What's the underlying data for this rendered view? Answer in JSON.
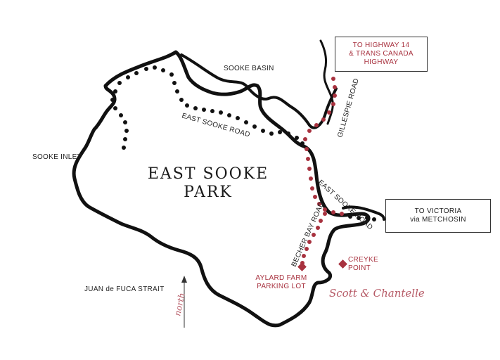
{
  "map": {
    "park_name_line1": "EAST SOOKE",
    "park_name_line2": "PARK",
    "water_labels": {
      "sooke_basin": "SOOKE BASIN",
      "sooke_inlet": "SOOKE INLET",
      "juan_de_fuca": "JUAN de FUCA STRAIT"
    },
    "roads": {
      "east_sooke_road_west": "EAST SOOKE ROAD",
      "east_sooke_road_east": "EAST SOOKE ROAD",
      "gillespie_road": "GILLESPIE ROAD",
      "becher_bay_road": "BECHER BAY ROAD"
    },
    "boxes": {
      "highway": [
        "TO HIGHWAY 14",
        "& TRANS CANADA",
        "HIGHWAY"
      ],
      "victoria": [
        "TO VICTORIA",
        "via METCHOSIN"
      ]
    },
    "points": {
      "aylard_line1": "AYLARD FARM",
      "aylard_line2": "PARKING LOT",
      "creyke_line1": "CREYKE",
      "creyke_line2": "POINT"
    },
    "north_label": "north",
    "signature": "Scott & Chantelle",
    "colors": {
      "route_red": "#a8323f",
      "coast_black": "#111111",
      "script_pink": "#b65a66"
    }
  }
}
